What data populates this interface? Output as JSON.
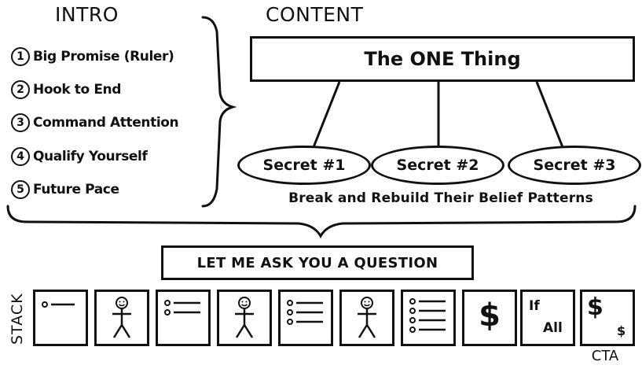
{
  "intro": {
    "heading": "INTRO",
    "items": [
      {
        "num": "1",
        "label": "Big Promise (Ruler)"
      },
      {
        "num": "2",
        "label": "Hook to End"
      },
      {
        "num": "3",
        "label": "Command Attention"
      },
      {
        "num": "4",
        "label": "Qualify Yourself"
      },
      {
        "num": "5",
        "label": "Future Pace"
      }
    ]
  },
  "content": {
    "heading": "CONTENT",
    "one_thing": "The ONE Thing",
    "secrets": [
      "Secret #1",
      "Secret #2",
      "Secret #3"
    ],
    "belief_caption": "Break and Rebuild Their Belief Patterns"
  },
  "question": "LET ME ASK YOU A QUESTION",
  "stack": {
    "label": "STACK",
    "slides": [
      {
        "icon": "bullet-line-icon"
      },
      {
        "icon": "stick-figure-icon"
      },
      {
        "icon": "two-bullet-list-icon"
      },
      {
        "icon": "stick-figure-icon"
      },
      {
        "icon": "three-bullet-list-icon"
      },
      {
        "icon": "stick-figure-icon"
      },
      {
        "icon": "four-bullet-list-icon"
      },
      {
        "icon": "dollar-icon",
        "text": "$"
      },
      {
        "icon": "if-all-icon",
        "text_if": "If",
        "text_all": "All"
      },
      {
        "icon": "dollar-cta-icon",
        "text_big": "$",
        "text_small": "$"
      }
    ],
    "cta_label": "CTA"
  }
}
